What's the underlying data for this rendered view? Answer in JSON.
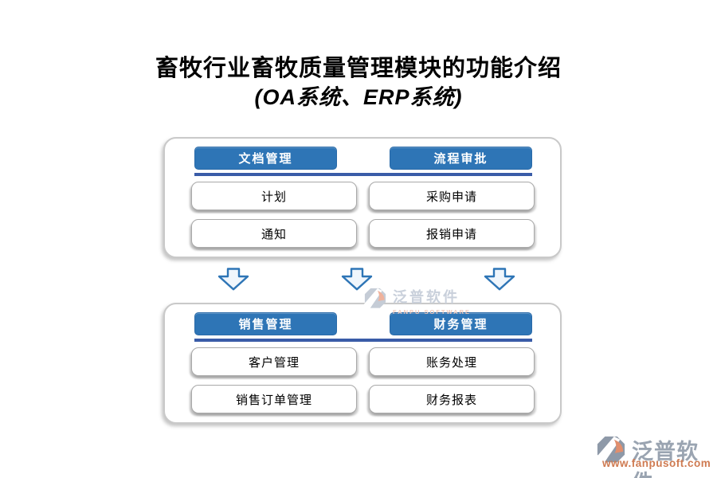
{
  "title": {
    "line1": "畜牧行业畜牧质量管理模块的功能介绍",
    "line2": "(OA系统、ERP系统)"
  },
  "panels": [
    {
      "position": "top",
      "columns": [
        {
          "header": "文档管理",
          "items": [
            "计划",
            "通知"
          ]
        },
        {
          "header": "流程审批",
          "items": [
            "采购申请",
            "报销申请"
          ]
        }
      ]
    },
    {
      "position": "bottom",
      "columns": [
        {
          "header": "销售管理",
          "items": [
            "客户管理",
            "销售订单管理"
          ]
        },
        {
          "header": "财务管理",
          "items": [
            "账务处理",
            "财务报表"
          ]
        }
      ]
    }
  ],
  "icons": {
    "flow_arrow": "down-block-arrow",
    "brand_logo": "fanpu-logo"
  },
  "watermarks": {
    "center": {
      "brand": "泛普软件",
      "subtitle": "FANPU SOFTWARE"
    },
    "corner": {
      "brand": "泛普软件",
      "url": "www.fanpusoft.com"
    }
  },
  "colors": {
    "header_bg": "#2e75b6",
    "divider_line": "#3a5ca8",
    "arrow_stroke": "#2e75b6",
    "corner_url_text": "#cf7b52",
    "watermark_gray": "#9aa4b1",
    "watermark_orange": "#e08e6d"
  }
}
